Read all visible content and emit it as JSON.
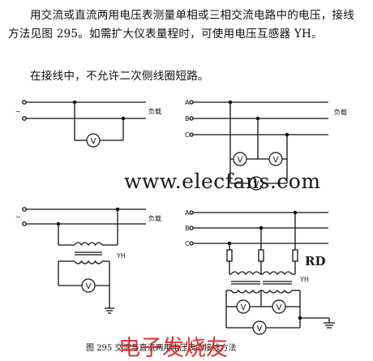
{
  "text": {
    "para1": "用交流或直流两用电压表测量单相或三相交流电路中的电压，接线方法见图 295。如需扩大仪表量程时，可使用电压互感器 YH。",
    "para2": "在接线中，不允许二次侧线圈短路。"
  },
  "diagrams": {
    "load_label_1": "负载",
    "load_label_2": "负载",
    "load_label_3": "负载",
    "meter_symbol": "V",
    "transformer_label_1": "YH",
    "transformer_label_2": "YH",
    "phase_a": "A",
    "phase_b": "B",
    "phase_c": "C",
    "source_symbol": "~"
  },
  "caption": "图 295  交流与直流两用电压表的接线方法",
  "watermarks": {
    "site": "www.elecfans.com",
    "rd": "RD",
    "chinese": "电子发烧友"
  },
  "colors": {
    "ink": "#111111",
    "watermark_black": "#1a1a1a",
    "watermark_red": "#d81c1c"
  }
}
